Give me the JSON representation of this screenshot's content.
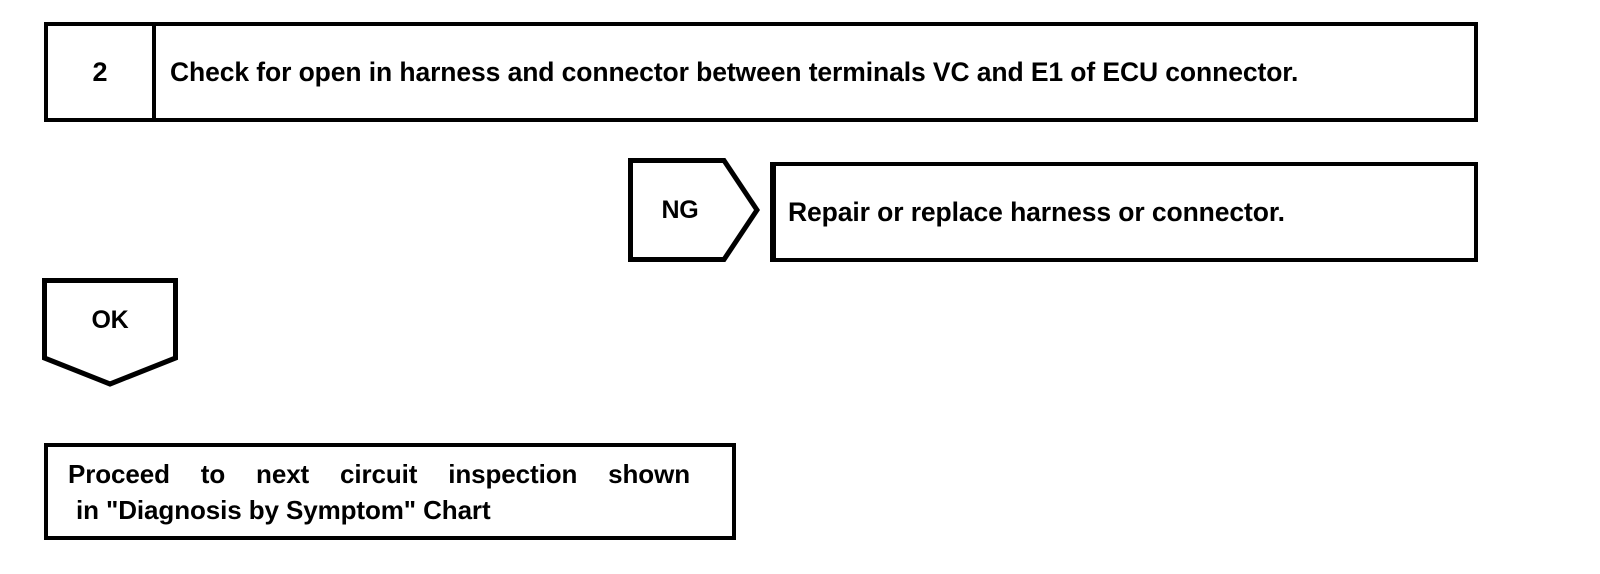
{
  "diagram": {
    "type": "troubleshooting-flowchart",
    "colors": {
      "line": "#000000",
      "background": "#ffffff",
      "text": "#000000"
    },
    "step": {
      "number": "2",
      "instruction": "Check for open in harness and connector between terminals VC and E1 of ECU connector."
    },
    "branch_ng": {
      "label": "NG",
      "result_text": "Repair or replace harness or connector."
    },
    "branch_ok": {
      "label": "OK",
      "result_line_1": "Proceed to next circuit inspection shown",
      "result_line_2": "in \"Diagnosis by Symptom\" Chart"
    }
  }
}
